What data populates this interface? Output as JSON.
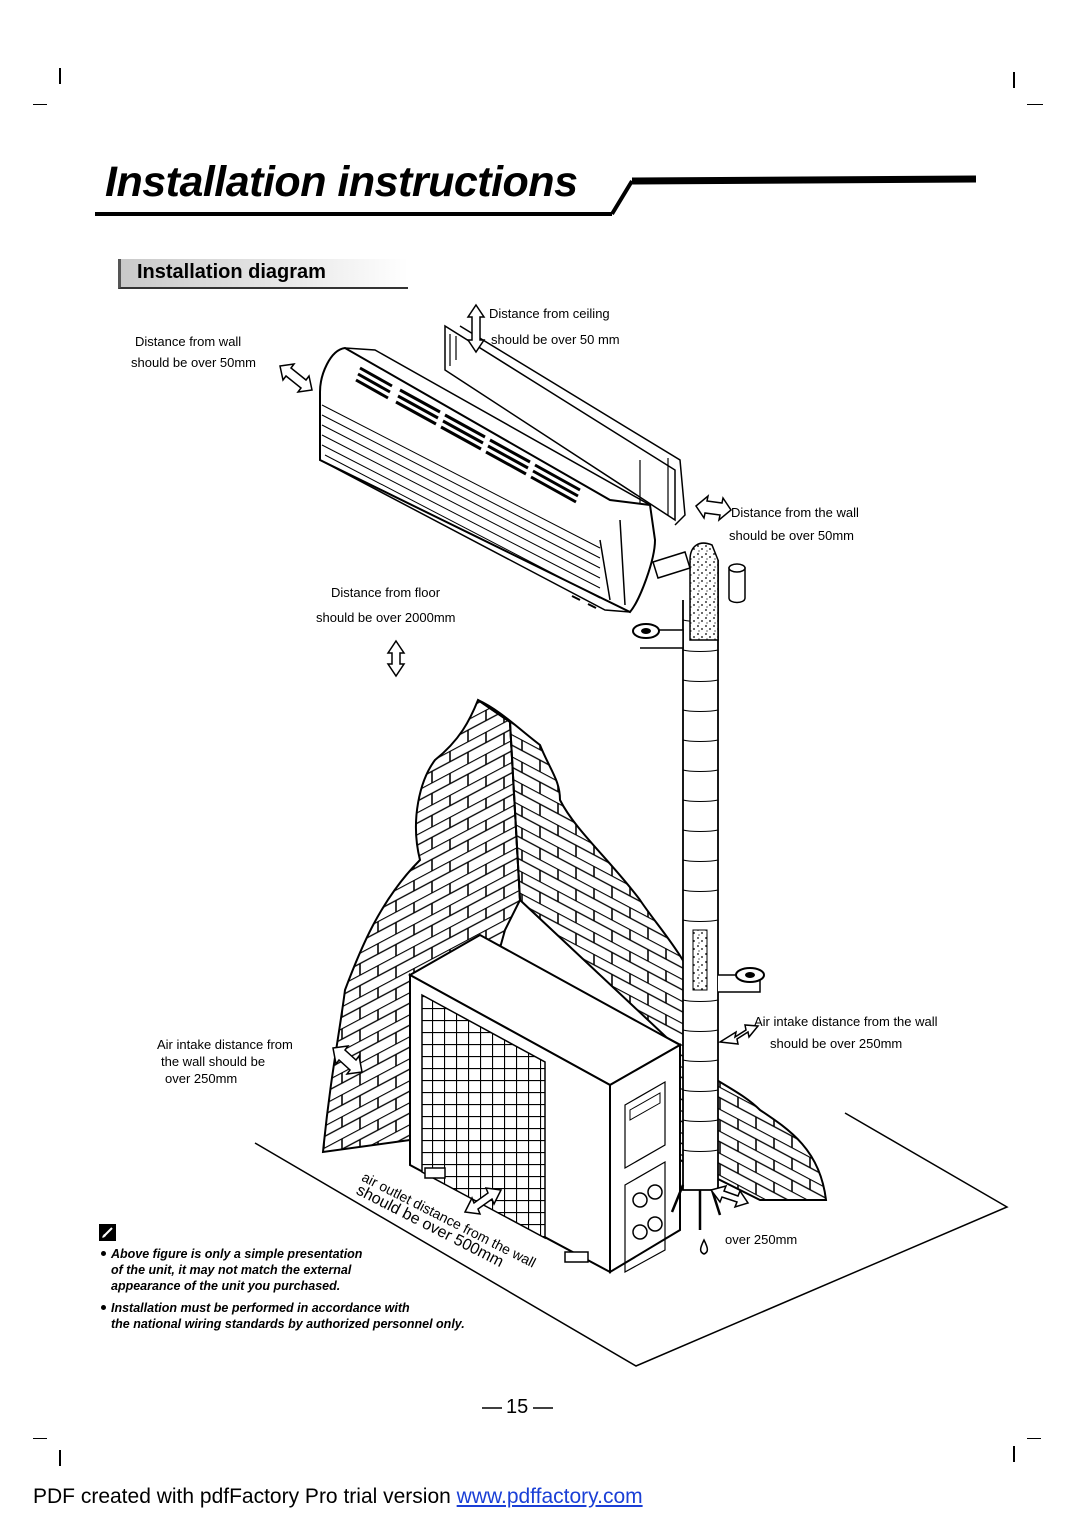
{
  "page": {
    "title": "Installation instructions",
    "section_title": "Installation diagram",
    "page_number": "15"
  },
  "labels": {
    "ceiling_line1": "Distance from ceiling",
    "ceiling_line2": "should be over 50 mm",
    "wall_left_line1": "Distance from wall",
    "wall_left_line2": "should be over 50mm",
    "wall_right_line1": "Distance from the wall",
    "wall_right_line2": "should be over 50mm",
    "floor_line1": "Distance from floor",
    "floor_line2": "should be over 2000mm",
    "intake_left_line1": "Air intake distance from",
    "intake_left_line2": "the wall should be",
    "intake_left_line3": "over 250mm",
    "intake_right_line1": "Air intake distance from  the wall",
    "intake_right_line2": "should be over 250mm",
    "outlet_line1": "air outlet distance from the wall",
    "outlet_line2": "should be over 500mm",
    "side_over": "over 250mm"
  },
  "notes": [
    {
      "line1": "Above figure is only a simple presentation",
      "line2": "of the unit, it may not match the external",
      "line3": "appearance of the unit you purchased."
    },
    {
      "line1": "Installation must be performed in accordance with",
      "line2": "the national wiring standards by authorized personnel only."
    }
  ],
  "footer": {
    "text": "PDF created with pdfFactory Pro trial version ",
    "link_text": "www.pdffactory.com",
    "link_color": "#1a3fd6"
  },
  "icons": [
    "double-arrow-icon",
    "note-pencil-icon",
    "water-drop-icon"
  ]
}
